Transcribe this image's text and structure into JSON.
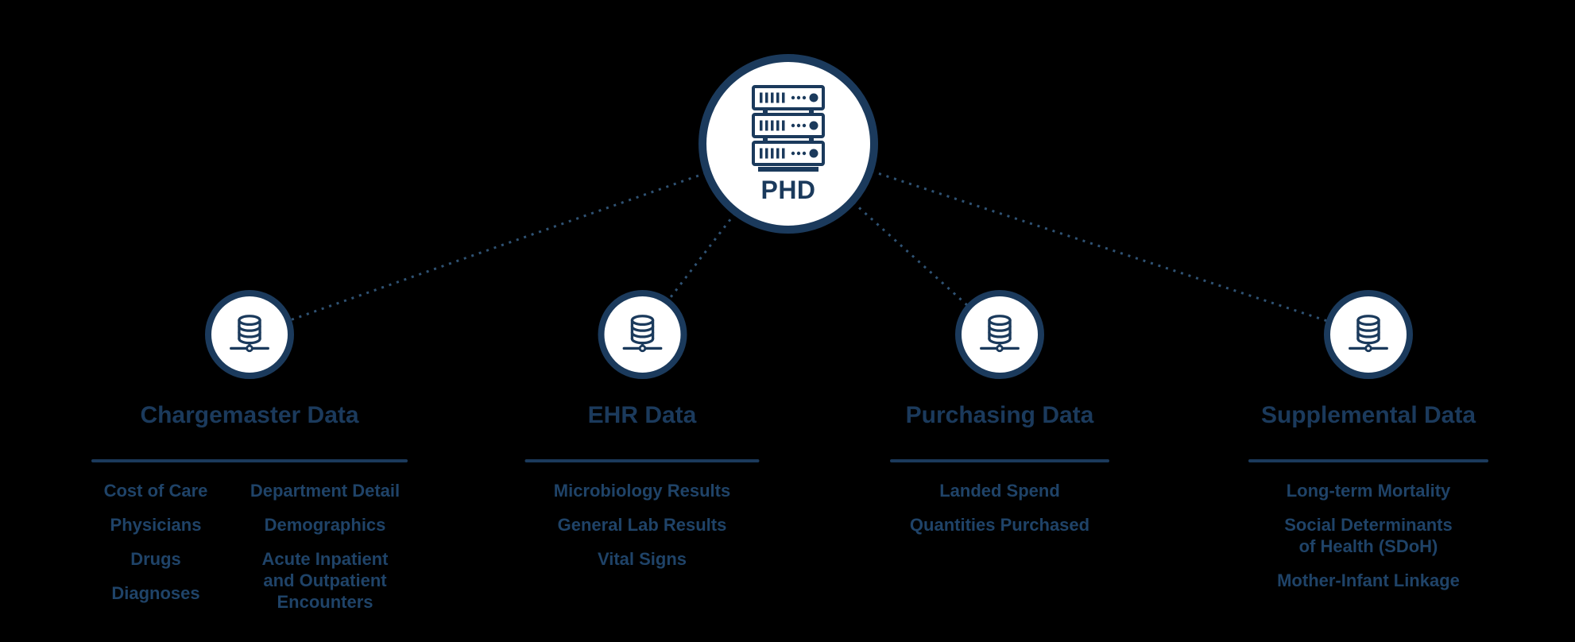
{
  "background": "#000000",
  "palette": {
    "navy": "#1b3a5c",
    "item_text": "#1f4368",
    "connector_dash": "#2f5273",
    "node_fill": "#ffffff"
  },
  "root_node": {
    "label": "PHD",
    "icon": "server-stack-icon"
  },
  "categories": [
    {
      "title": "Chargemaster Data",
      "icon": "database-icon",
      "columns": [
        [
          "Cost of Care",
          "Physicians",
          "Drugs",
          "Diagnoses"
        ],
        [
          "Department Detail",
          "Demographics",
          "Acute Inpatient\nand Outpatient\nEncounters"
        ]
      ]
    },
    {
      "title": "EHR Data",
      "icon": "database-icon",
      "items": [
        "Microbiology Results",
        "General Lab Results",
        "Vital Signs"
      ]
    },
    {
      "title": "Purchasing Data",
      "icon": "database-icon",
      "items": [
        "Landed Spend",
        "Quantities Purchased"
      ]
    },
    {
      "title": "Supplemental Data",
      "icon": "database-icon",
      "items": [
        "Long-term Mortality",
        "Social Determinants\nof Health (SDoH)",
        "Mother-Infant Linkage"
      ]
    }
  ]
}
